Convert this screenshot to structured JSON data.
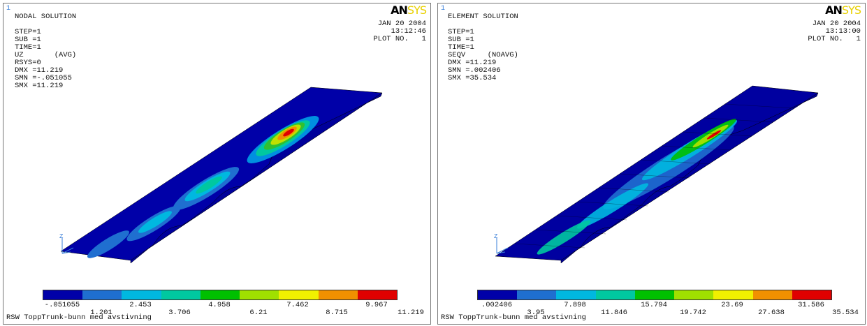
{
  "colors": {
    "legend": [
      "#0000a8",
      "#1f6fd0",
      "#00b8e0",
      "#00c8a0",
      "#00c000",
      "#a0e000",
      "#f0f000",
      "#f09000",
      "#e00000"
    ],
    "frame_blue": "#3a7fd8",
    "logo_sys": "#e8d000"
  },
  "panels": [
    {
      "window_number": "1",
      "logo_an": "AN",
      "logo_sys": "SYS",
      "header": "NODAL SOLUTION",
      "info": [
        "STEP=1",
        "SUB =1",
        "TIME=1",
        "UZ       (AVG)",
        "RSYS=0",
        "DMX =11.219",
        "SMN =-.051055",
        "SMX =11.219"
      ],
      "date": "JAN 20 2004",
      "time": "13:12:46",
      "plot_no": "PLOT NO.   1",
      "axis_label": "Z",
      "legend_top": [
        "-.051055",
        "2.453",
        "4.958",
        "7.462",
        "9.967"
      ],
      "legend_bottom": [
        "1.201",
        "3.706",
        "6.21",
        "8.715",
        "11.219"
      ],
      "title": "RSW ToppTrunk-bunn med avstivning"
    },
    {
      "window_number": "1",
      "logo_an": "AN",
      "logo_sys": "SYS",
      "header": "ELEMENT SOLUTION",
      "info": [
        "STEP=1",
        "SUB =1",
        "TIME=1",
        "SEQV     (NOAVG)",
        "DMX =11.219",
        "SMN =.002406",
        "SMX =35.534"
      ],
      "date": "JAN 20 2004",
      "time": "13:13:00",
      "plot_no": "PLOT NO.   1",
      "axis_label": "Z",
      "legend_top": [
        ".002406",
        "7.898",
        "15.794",
        "23.69",
        "31.586"
      ],
      "legend_bottom": [
        "3.95",
        "11.846",
        "19.742",
        "27.638",
        "35.534"
      ],
      "title": "RSW ToppTrunk-bunn med avstivning"
    }
  ]
}
